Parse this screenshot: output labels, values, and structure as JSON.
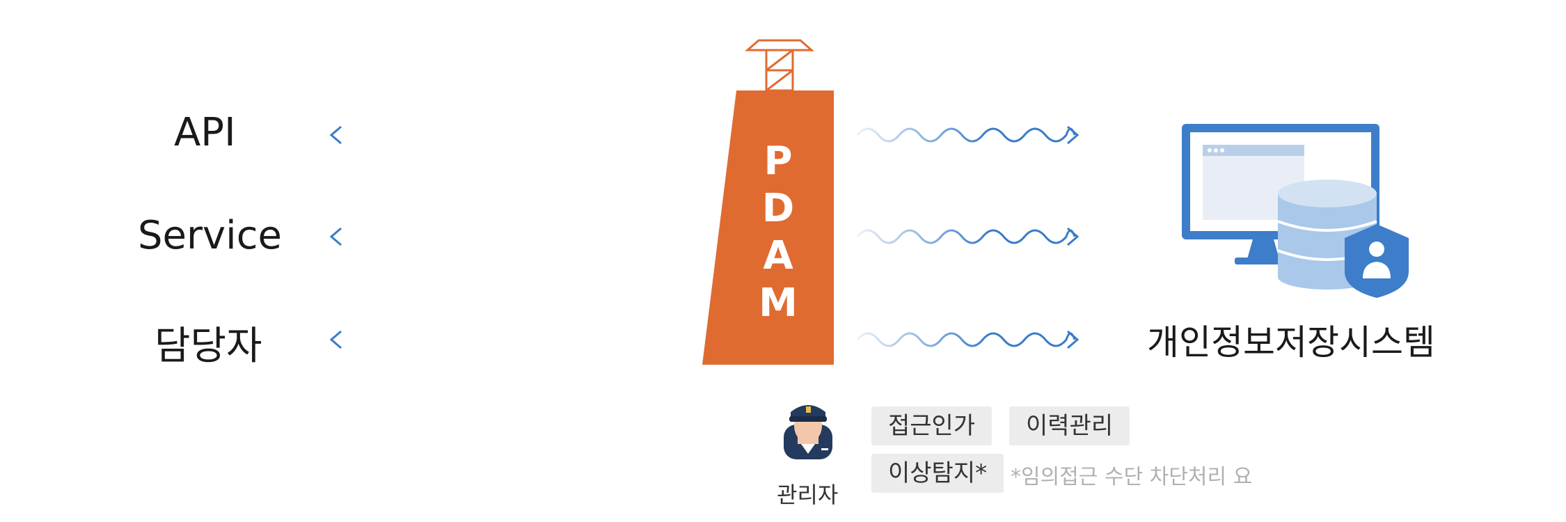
{
  "left_labels": {
    "api": "API",
    "service": "Service",
    "manager": "담당자"
  },
  "pdam_text": "PDAM",
  "system_label": "개인정보저장시스템",
  "admin": {
    "label": "관리자",
    "tags": {
      "access": "접근인가",
      "history": "이력관리",
      "anomaly": "이상탐지*"
    },
    "note": "*임의접근 수단 차단처리 요"
  },
  "colors": {
    "pdam": "#e06b31",
    "arrow_blue": "#3a7bc8",
    "monitor": "#3d7dc9",
    "db": "#a9c8ea",
    "shield": "#3d7dc9"
  }
}
